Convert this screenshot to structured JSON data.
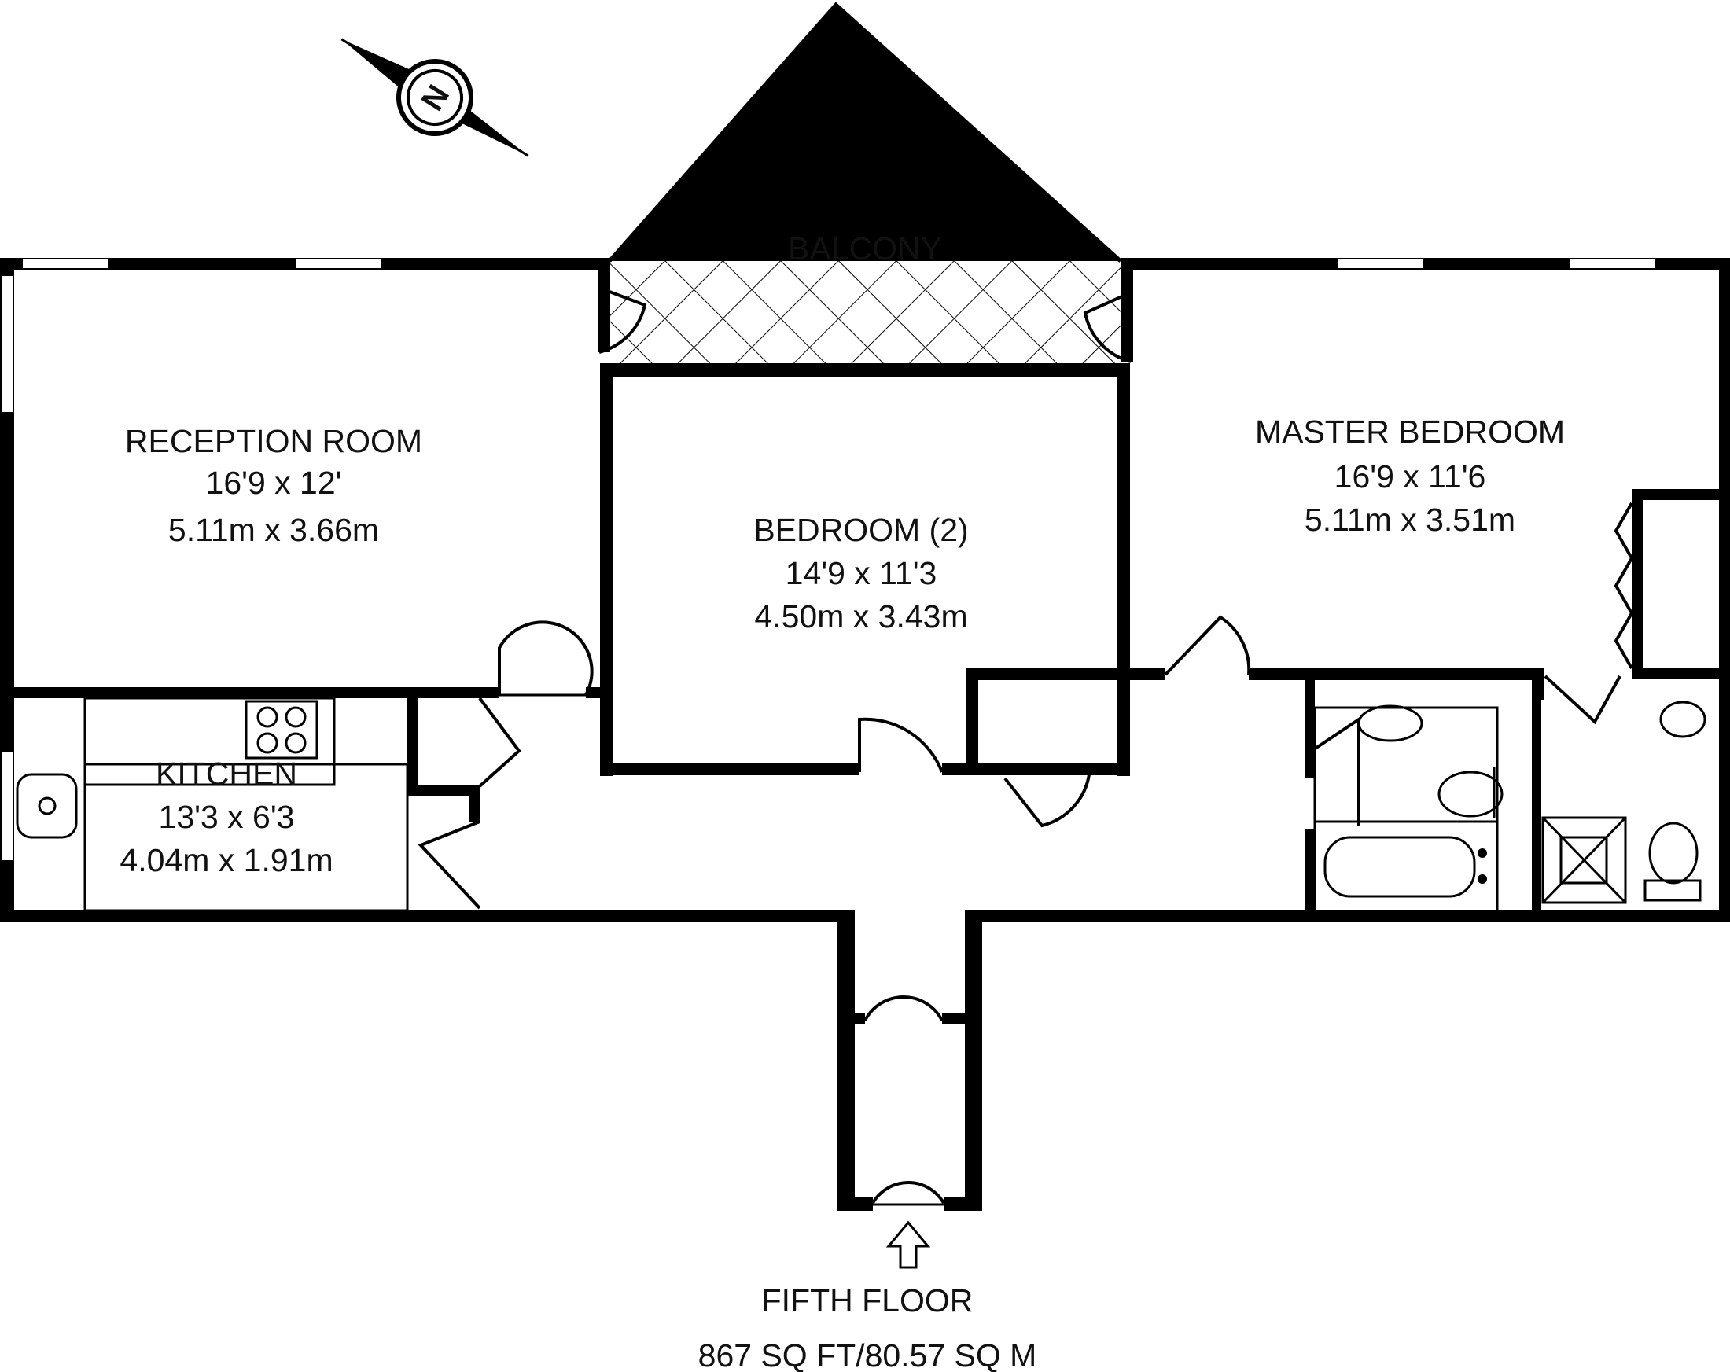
{
  "plan": {
    "floor_label": "FIFTH FLOOR",
    "area_label": "867 SQ FT/80.57 SQ M",
    "compass_letter": "N",
    "entrance_icon": "up-arrow-icon",
    "colors": {
      "wall": "#000000",
      "background": "#ffffff",
      "text": "#111111"
    }
  },
  "rooms": {
    "balcony": {
      "name": "BALCONY"
    },
    "reception": {
      "name": "RECEPTION ROOM",
      "dim_imperial": "16'9 x 12'",
      "dim_metric": "5.11m x 3.66m"
    },
    "bedroom2": {
      "name": "BEDROOM (2)",
      "dim_imperial": "14'9 x 11'3",
      "dim_metric": "4.50m x 3.43m"
    },
    "master": {
      "name": "MASTER BEDROOM",
      "dim_imperial": "16'9 x 11'6",
      "dim_metric": "5.11m x 3.51m"
    },
    "kitchen": {
      "name": "KITCHEN",
      "dim_imperial": "13'3 x 6'3",
      "dim_metric": "4.04m x 1.91m"
    }
  }
}
